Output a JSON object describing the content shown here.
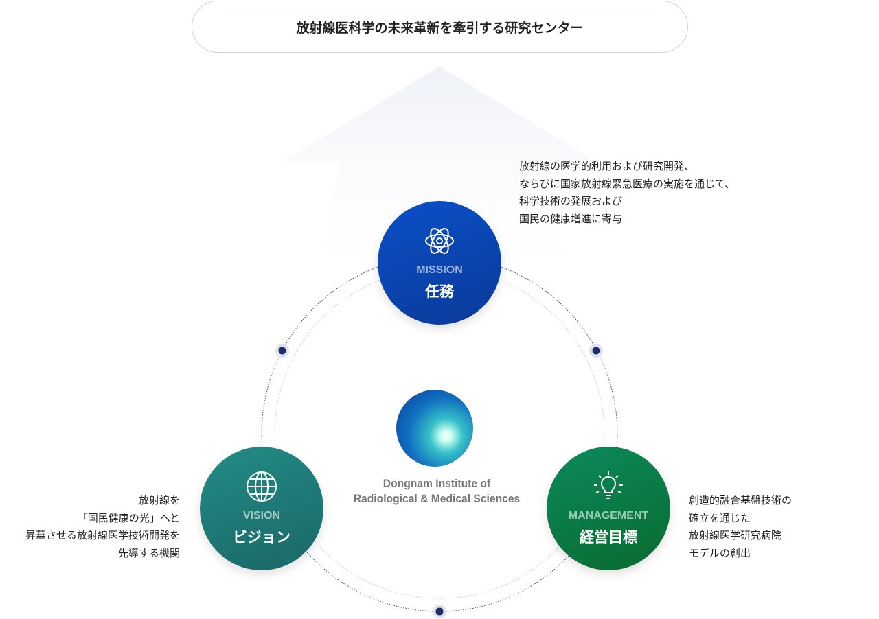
{
  "header": {
    "title": "放射線医科学の未来革新を牽引する研究センター"
  },
  "mission": {
    "en": "MISSION",
    "ko": "任務",
    "icon": "atom-icon",
    "desc": [
      "放射線の医学的利用および研究開発、",
      "ならびに国家放射線緊急医療の実施を通じて、",
      "科学技術の発展および",
      "国民の健康増進に寄与"
    ]
  },
  "vision": {
    "en": "VISION",
    "ko": "ビジョン",
    "icon": "globe-icon",
    "desc": [
      "放射線を",
      "「国民健康の光」へと",
      "昇華させる放射線医学技術開発を",
      "先導する機関"
    ]
  },
  "management": {
    "en": "MANAGEMENT",
    "ko": "経営目標",
    "icon": "lightbulb-icon",
    "desc": [
      "創造的融合基盤技術の",
      "確立を通じた",
      "放射線医学研究病院",
      "モデルの創出"
    ]
  },
  "logo": {
    "line1": "Dongnam Institute of",
    "line2": "Radiological & Medical Sciences"
  },
  "colors": {
    "mission": "#0a4ab8",
    "vision": "#1f7a76",
    "management": "#0a7a45",
    "dot": "#1e2a6a"
  }
}
